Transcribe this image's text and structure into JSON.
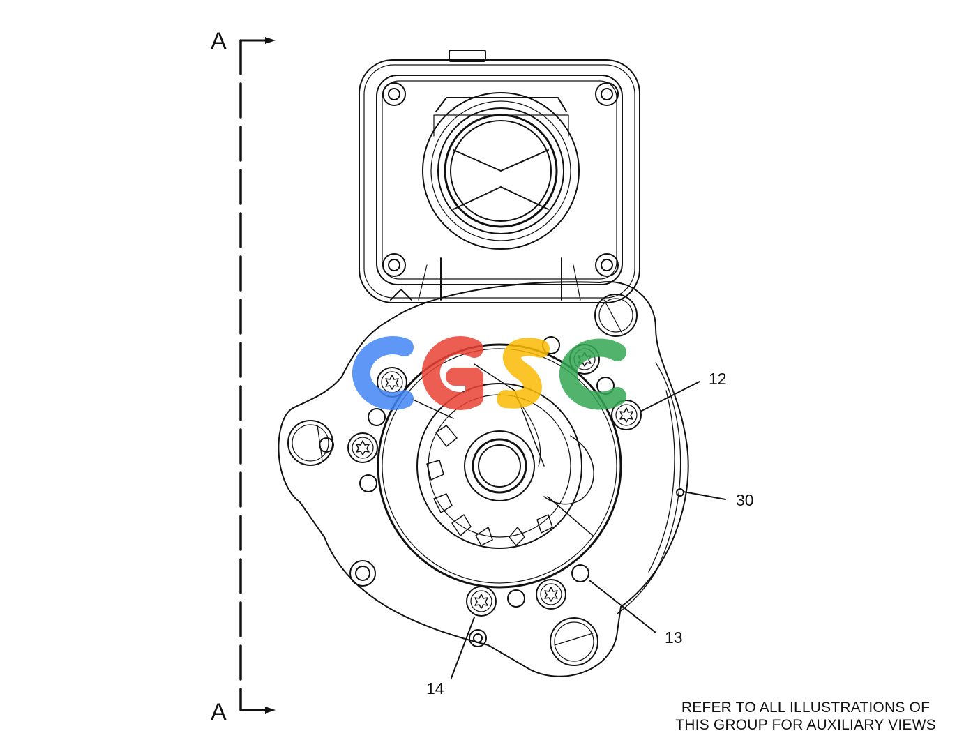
{
  "section": {
    "top_label": "A",
    "bottom_label": "A"
  },
  "callouts": [
    {
      "id": "12",
      "text": "12"
    },
    {
      "id": "30",
      "text": "30"
    },
    {
      "id": "13",
      "text": "13"
    },
    {
      "id": "14",
      "text": "14"
    }
  ],
  "watermark": {
    "text": "CGSC",
    "colors": [
      "#4285F4",
      "#EA4335",
      "#FBBC05",
      "#34A853"
    ]
  },
  "note": {
    "line1": "REFER TO ALL ILLUSTRATIONS OF",
    "line2": "THIS GROUP FOR AUXILIARY VIEWS"
  }
}
